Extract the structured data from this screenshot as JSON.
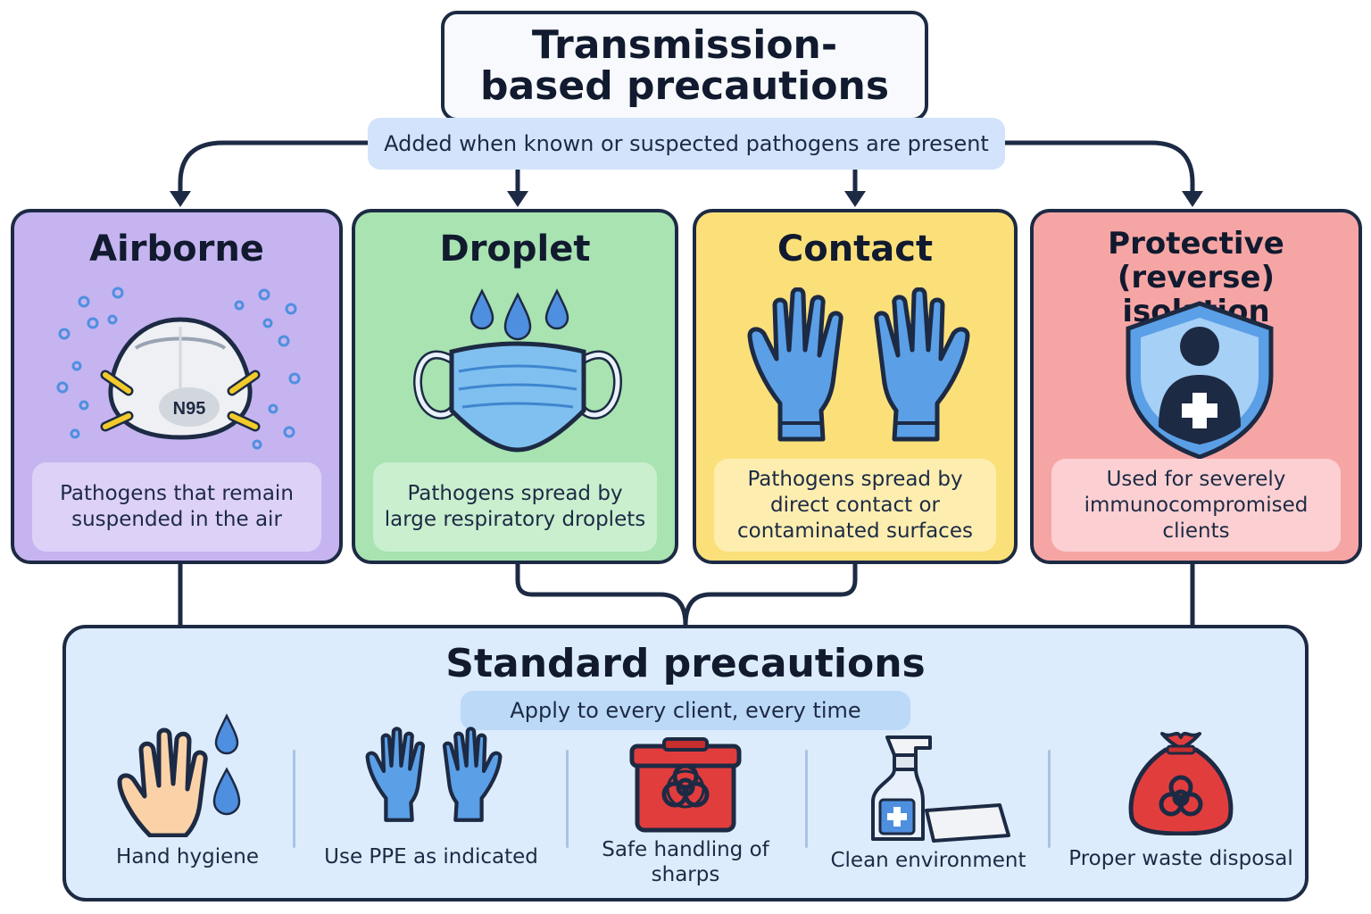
{
  "header": {
    "title": "Transmission-based precautions",
    "subtitle": "Added when known or suspected pathogens are present"
  },
  "categories": [
    {
      "title": "Airborne",
      "icon": "n95-respirator-icon",
      "icon_text": "N95",
      "description": "Pathogens that remain suspended in the air",
      "color": "#c5b4f0"
    },
    {
      "title": "Droplet",
      "icon": "surgical-mask-icon",
      "description": "Pathogens spread by large respiratory droplets",
      "color": "#a8e3b1"
    },
    {
      "title": "Contact",
      "icon": "gloves-icon",
      "description": "Pathogens spread by direct contact or contaminated surfaces",
      "color": "#fbe07a"
    },
    {
      "title": "Protective (reverse) isolation",
      "icon": "shield-person-icon",
      "description": "Used for severely immunocompromised clients",
      "color": "#f6a5a5"
    }
  ],
  "standard": {
    "title": "Standard precautions",
    "subtitle": "Apply to every client, every time",
    "items": [
      {
        "label": "Hand hygiene",
        "icon": "hand-washing-icon"
      },
      {
        "label": "Use PPE as indicated",
        "icon": "gloves-icon"
      },
      {
        "label": "Safe handling of sharps",
        "icon": "sharps-container-icon"
      },
      {
        "label": "Clean environment",
        "icon": "spray-bottle-icon"
      },
      {
        "label": "Proper waste disposal",
        "icon": "biohazard-bag-icon"
      }
    ]
  }
}
